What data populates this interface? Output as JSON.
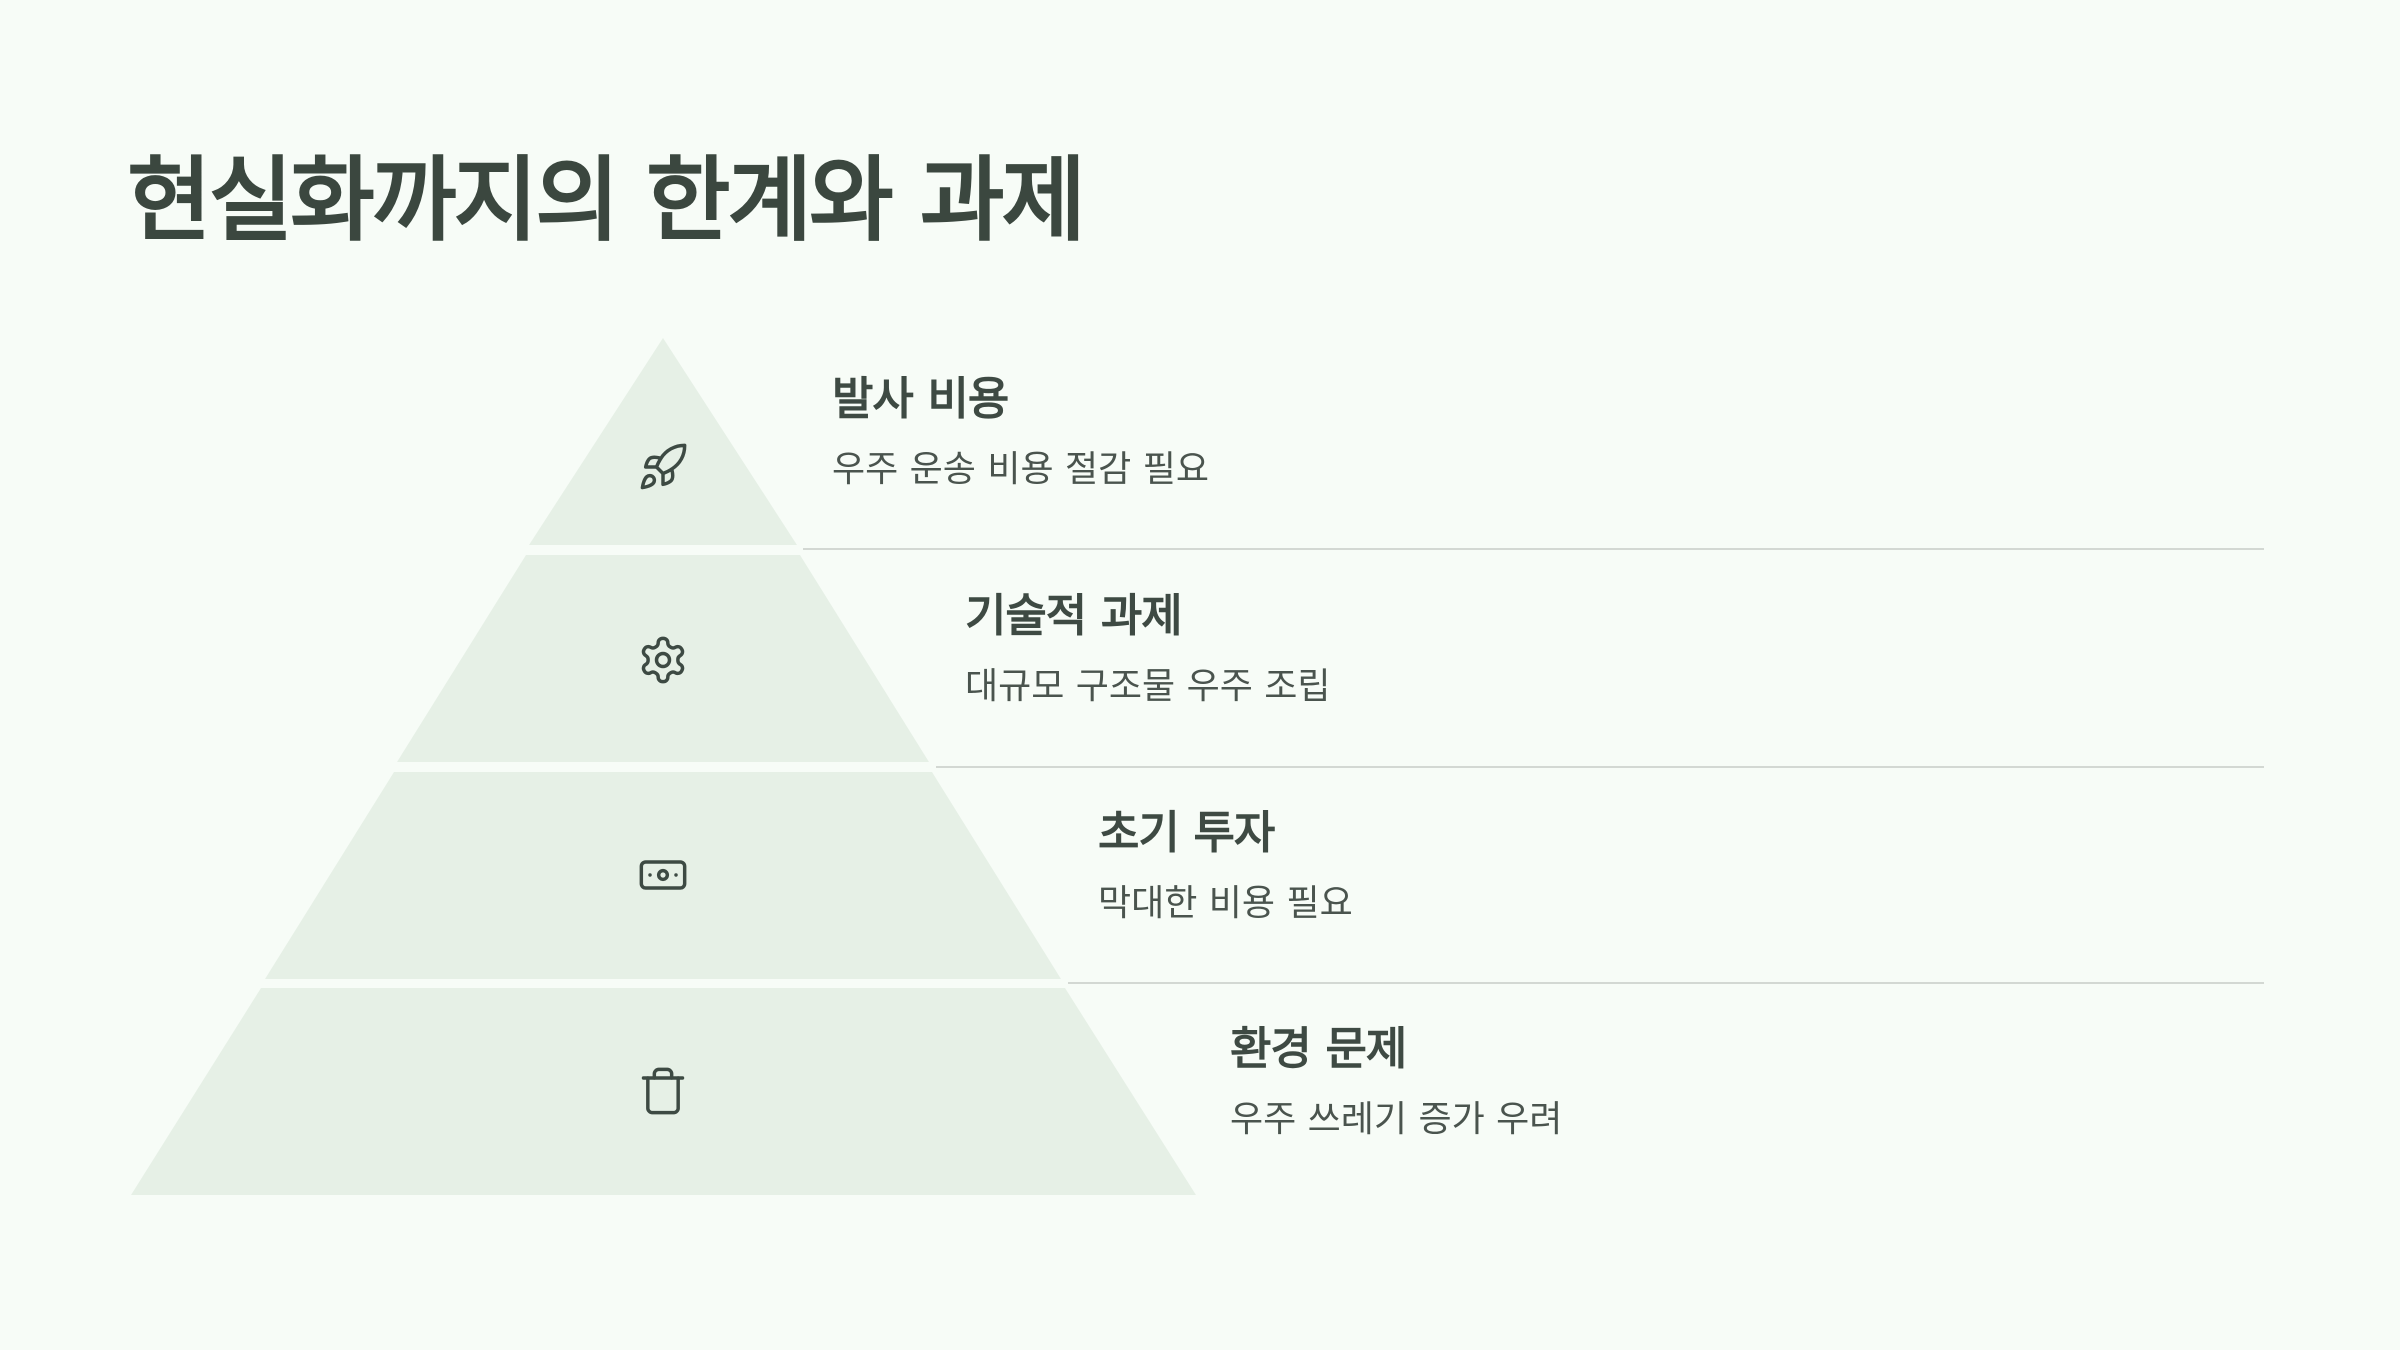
{
  "title": "현실화까지의 한계와 과제",
  "colors": {
    "background": "#f7fcf7",
    "tier_fill": "#e6f0e6",
    "divider": "#d3d8d3",
    "text": "#3d4a43"
  },
  "levels": [
    {
      "heading": "발사 비용",
      "description": "우주 운송 비용 절감 필요",
      "icon": "rocket-icon"
    },
    {
      "heading": "기술적 과제",
      "description": "대규모 구조물 우주 조립",
      "icon": "gear-icon"
    },
    {
      "heading": "초기 투자",
      "description": "막대한 비용 필요",
      "icon": "banknote-icon"
    },
    {
      "heading": "환경 문제",
      "description": "우주 쓰레기 증가 우려",
      "icon": "trash-can-icon"
    }
  ]
}
